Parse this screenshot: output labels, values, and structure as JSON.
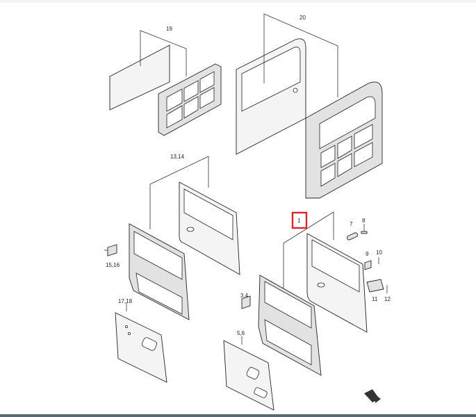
{
  "callouts": {
    "c19": "19",
    "c20": "20",
    "c1314": "13,14",
    "c1": "1",
    "c7": "7",
    "c8": "8",
    "c9": "9",
    "c10": "10",
    "c11": "11",
    "c12": "12",
    "c1516": "15,16",
    "c1718": "17,18",
    "c34": "3,4",
    "c56": "5,6"
  },
  "colors": {
    "highlight": "#e0202a",
    "line": "#333333",
    "part_fill": "#f4f4f4"
  },
  "icons": {
    "front": "front-arrow-icon"
  }
}
